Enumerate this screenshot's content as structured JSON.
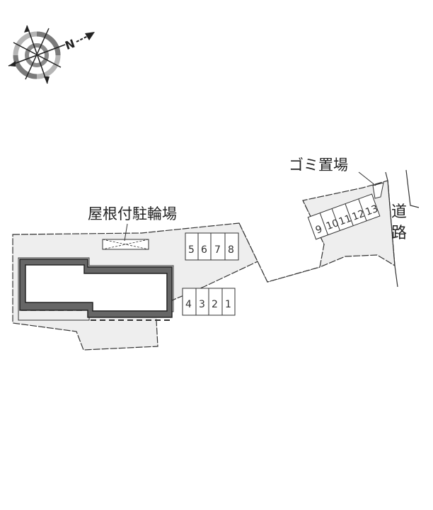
{
  "compass": {
    "north_label": "N",
    "icon": "compass-rose-icon"
  },
  "labels": {
    "covered_bicycle_parking": "屋根付駐輪場",
    "garbage_area": "ゴミ置場",
    "road_line1": "道",
    "road_line2": "路"
  },
  "parking": {
    "row_upper": [
      "5",
      "6",
      "7",
      "8"
    ],
    "row_lower": [
      "4",
      "3",
      "2",
      "1"
    ],
    "row_angled": [
      "9",
      "10",
      "11",
      "12",
      "13"
    ]
  },
  "colors": {
    "lot_fill": "#eeeeee",
    "building_wall": "#666666",
    "outline": "#333333"
  }
}
